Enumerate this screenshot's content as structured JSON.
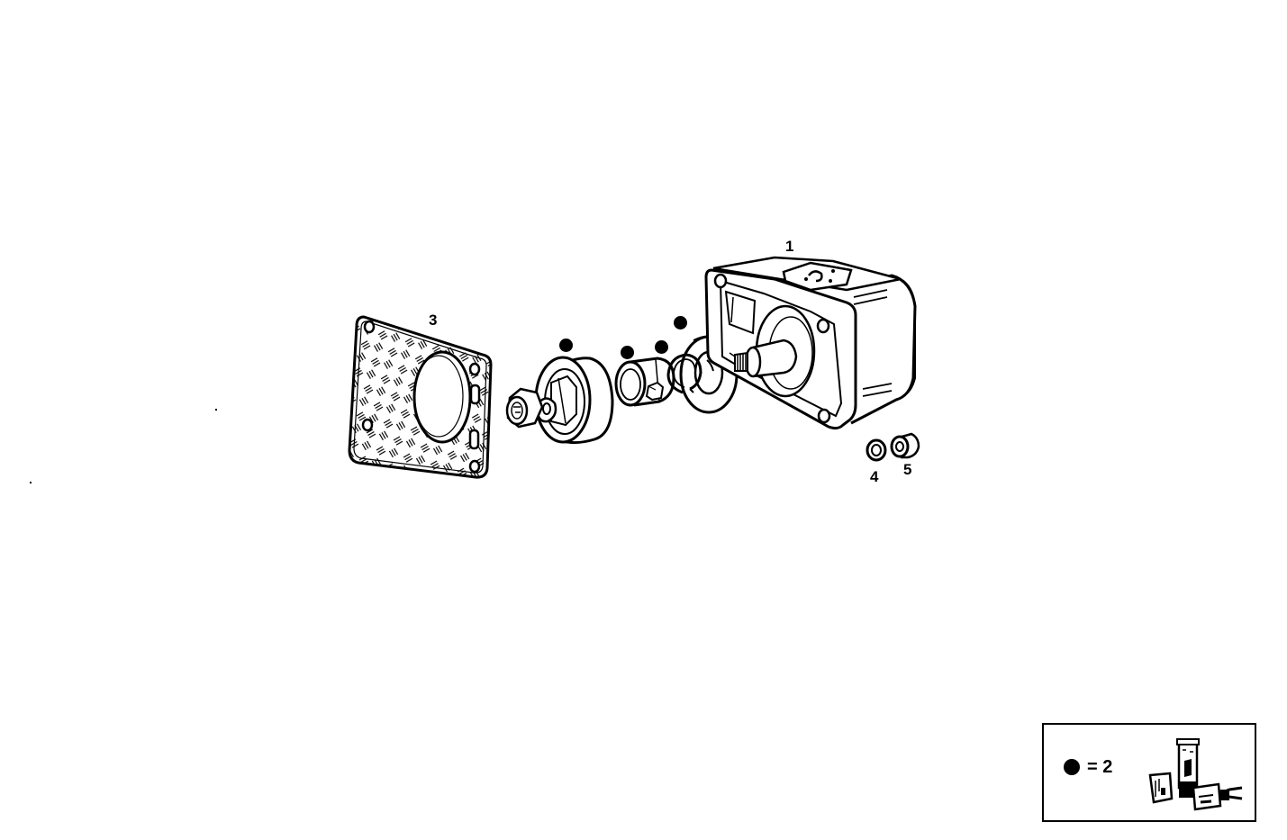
{
  "diagram": {
    "type": "exploded-parts-view",
    "background": "#ffffff",
    "line_color": "#000000"
  },
  "callouts": [
    {
      "id": "1",
      "label": "1",
      "part": "pump-housing"
    },
    {
      "id": "3",
      "label": "3",
      "part": "flange-gasket"
    },
    {
      "id": "4",
      "label": "4",
      "part": "washer"
    },
    {
      "id": "5",
      "label": "5",
      "part": "nut"
    }
  ],
  "quantity_markers": [
    {
      "part": "coupling",
      "symbol": "filled-dot"
    },
    {
      "part": "bushing",
      "symbol": "filled-dot"
    },
    {
      "part": "snap-ring",
      "symbol": "filled-dot"
    },
    {
      "part": "thrust-washer",
      "symbol": "filled-dot"
    }
  ],
  "legend": {
    "symbol": "filled-dot",
    "text": "= 2",
    "art": "repair-kit-icon"
  }
}
